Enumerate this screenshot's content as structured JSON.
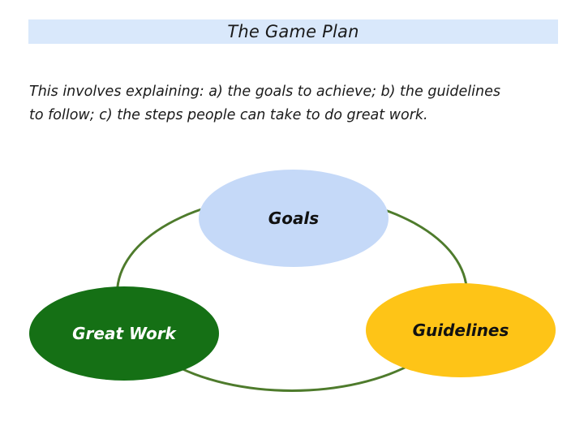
{
  "title_bar": {
    "text": "The Game Plan",
    "background": "#d9e8fb",
    "text_color": "#1a1a1a"
  },
  "intro": {
    "lines": [
      "This involves explaining: a) the goals to achieve; b) the guidelines",
      "to follow; c) the steps people can take to do great work."
    ],
    "text_color": "#1a1a1a"
  },
  "diagram": {
    "type": "cycle",
    "ring_color": "#4e7b2c",
    "nodes": [
      {
        "id": "goals",
        "label": "Goals",
        "fill": "#c5d9f8",
        "text_color": "#111111",
        "position": "top-center"
      },
      {
        "id": "great-work",
        "label": "Great Work",
        "fill": "#157015",
        "text_color": "#ffffff",
        "position": "bottom-left"
      },
      {
        "id": "guidelines",
        "label": "Guidelines",
        "fill": "#fec417",
        "text_color": "#111111",
        "position": "bottom-right"
      }
    ]
  }
}
